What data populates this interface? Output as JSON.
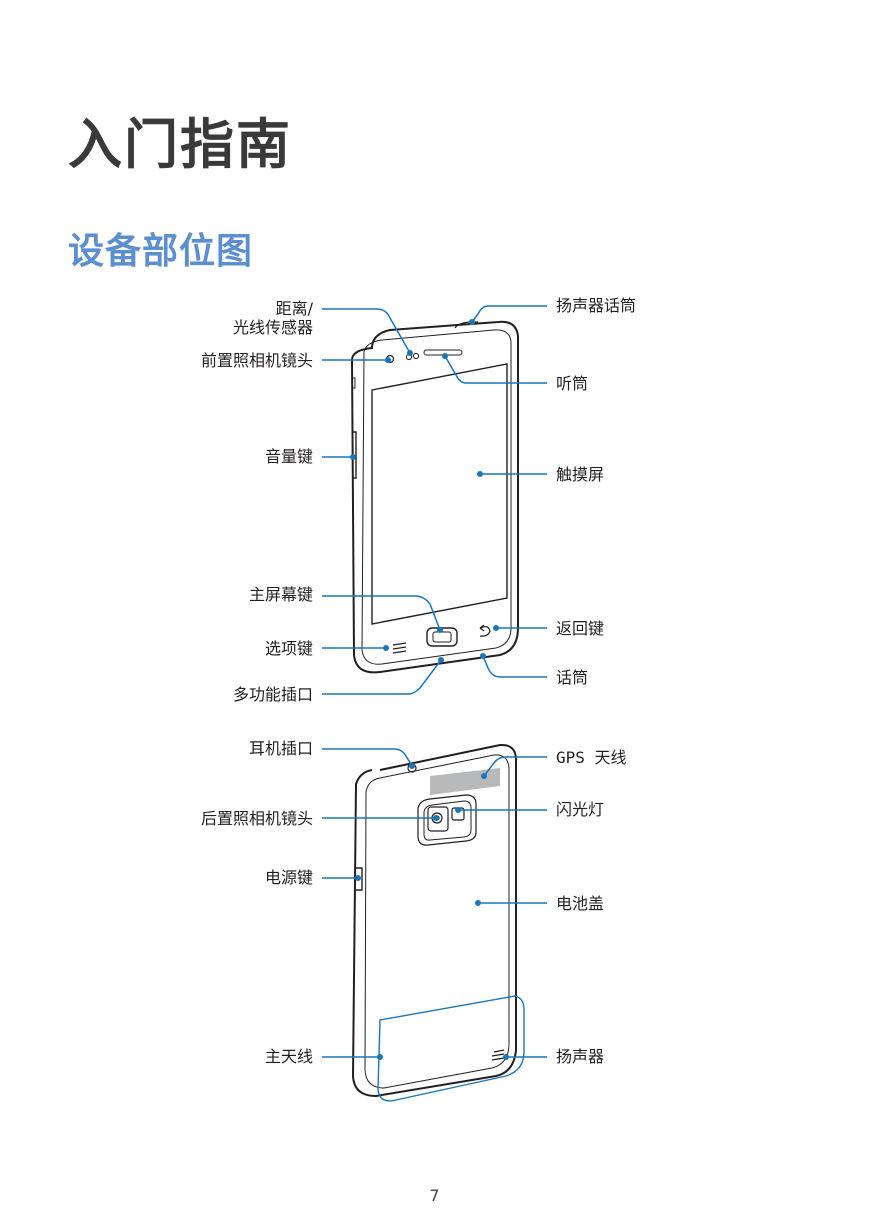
{
  "page": {
    "chapter_title": "入门指南",
    "section_title": "设备部位图",
    "page_number": "7"
  },
  "front_view": {
    "left_labels": {
      "proximity_sensor_line1": "距离/",
      "proximity_sensor_line2": "光线传感器",
      "front_camera": "前置照相机镜头",
      "volume_key": "音量键",
      "home_key": "主屏幕键",
      "menu_key": "选项键",
      "multifunction_jack": "多功能插口"
    },
    "right_labels": {
      "speakerphone_mic": "扬声器话筒",
      "earpiece": "听筒",
      "touch_screen": "触摸屏",
      "back_key": "返回键",
      "microphone": "话筒"
    }
  },
  "back_view": {
    "left_labels": {
      "headset_jack": "耳机插口",
      "rear_camera": "后置照相机镜头",
      "power_key": "电源键",
      "main_antenna": "主天线"
    },
    "right_labels": {
      "gps_antenna": "GPS 天线",
      "flash": "闪光灯",
      "battery_cover": "电池盖",
      "speaker": "扬声器"
    }
  },
  "colors": {
    "accent_blue": "#5b8fd1",
    "callout_blue": "#1b75bb",
    "outline": "#231f20"
  }
}
